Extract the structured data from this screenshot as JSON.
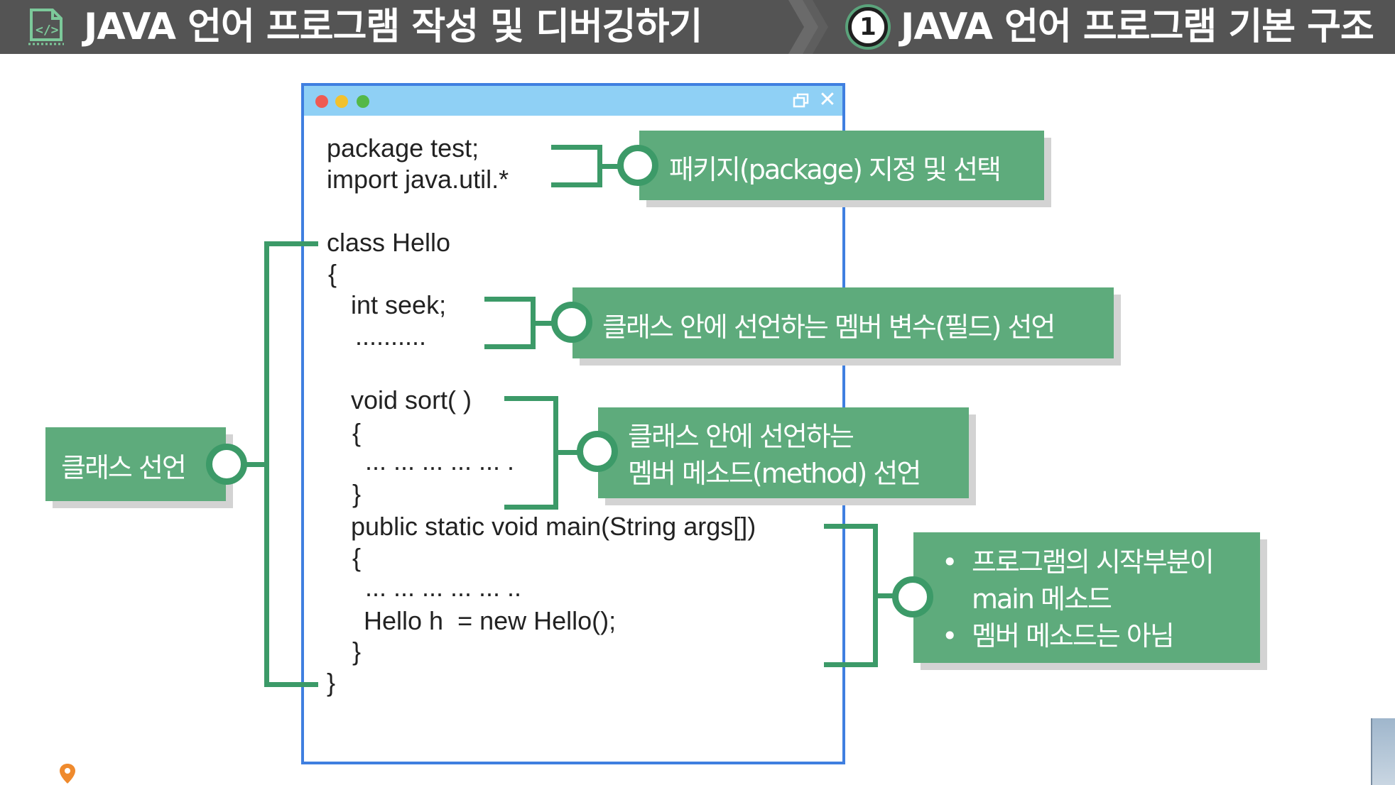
{
  "header": {
    "title": "JAVA 언어 프로그램 작성 및 디버깅하기",
    "step_number": "1",
    "subtitle": "JAVA 언어 프로그램 기본 구조",
    "icon": "code-file-icon"
  },
  "colors": {
    "header_bg": "#545454",
    "accent_green": "#5eab7c",
    "bracket_green": "#3c9a68",
    "window_border": "#3f7fe0",
    "window_bar": "#8fd0f5"
  },
  "code_window": {
    "lines": {
      "package": "package test;",
      "import": "import java.util.*",
      "class_decl": "class Hello",
      "class_open": "{",
      "field": "int seek;",
      "field_dots": "..........",
      "method_decl": "void sort( )",
      "method_open": "{",
      "method_body": "... ... ... ... ... .",
      "method_close": "}",
      "main_decl": "public static void main(String args[])",
      "main_open": "{",
      "main_body": "... ... ... ... ... ..",
      "main_stmt": "Hello h  = new Hello();",
      "main_close": "}",
      "class_close": "}"
    }
  },
  "callouts": {
    "package": "패키지(package) 지정 및 선택",
    "field": "클래스 안에 선언하는 멤버 변수(필드) 선언",
    "method_line1": "클래스 안에 선언하는",
    "method_line2": "멤버 메소드(method) 선언",
    "class": "클래스 선언",
    "main_bullets": [
      "프로그램의 시작부분이\nmain 메소드",
      "멤버 메소드는 아님"
    ]
  }
}
